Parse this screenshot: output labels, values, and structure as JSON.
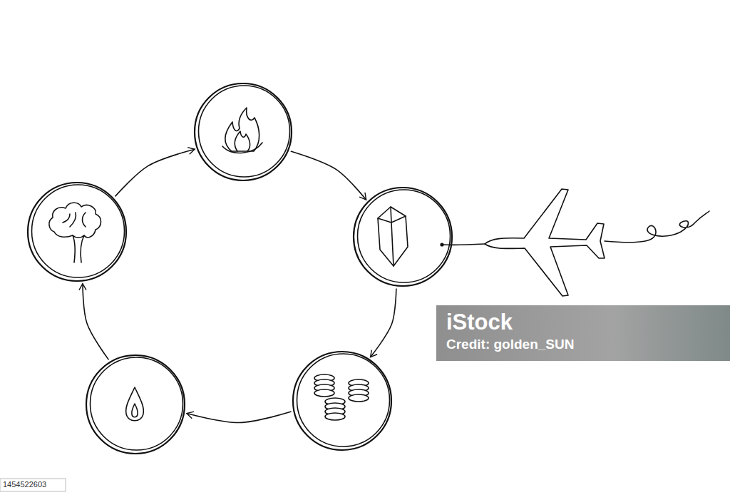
{
  "diagram": {
    "nodes": [
      {
        "text": []
      },
      {
        "text": []
      },
      {
        "text": []
      },
      {
        "text": []
      },
      {
        "text": []
      }
    ],
    "edges": [
      {
        "from": 0,
        "to": 1,
        "arrow": "to"
      },
      {
        "from": 1,
        "to": 2,
        "arrow": "to"
      },
      {
        "from": 2,
        "to": 3,
        "arrow": "to"
      },
      {
        "from": 3,
        "to": 4,
        "arrow": "to"
      },
      {
        "from": 4,
        "to": 0,
        "arrow": "to"
      }
    ],
    "labels": [
      "iStock",
      "Credit: golden_SUN",
      "1454522603"
    ]
  }
}
